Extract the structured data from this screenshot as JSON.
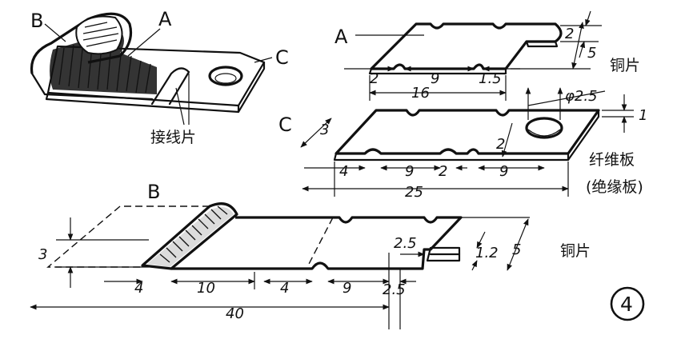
{
  "assembly": {
    "label_b": "B",
    "label_a": "A",
    "label_c": "C",
    "caption": "接线片"
  },
  "part_a": {
    "label": "A",
    "material": "铜片",
    "dims": {
      "d2_right": "2",
      "d5": "5",
      "d2": "2",
      "d9": "9",
      "d15": "1.5",
      "d16": "16"
    }
  },
  "part_c": {
    "label": "C",
    "material_1": "纤维板",
    "material_2": "(绝缘板)",
    "dims": {
      "d3": "3",
      "d25_hole": "φ2.5",
      "d1": "1",
      "d2_top": "2",
      "d4": "4",
      "d9a": "9",
      "d2": "2",
      "d9b": "9",
      "d25": "25"
    }
  },
  "part_b": {
    "label": "B",
    "material": "铜片",
    "dims": {
      "d3": "3",
      "d25_tab": "2.5",
      "d12": "1.2",
      "d5": "5",
      "d4a": "4",
      "d10": "10",
      "d4b": "4",
      "d9": "9",
      "d25": "2.5",
      "d40": "40"
    }
  },
  "figure_number": "4"
}
